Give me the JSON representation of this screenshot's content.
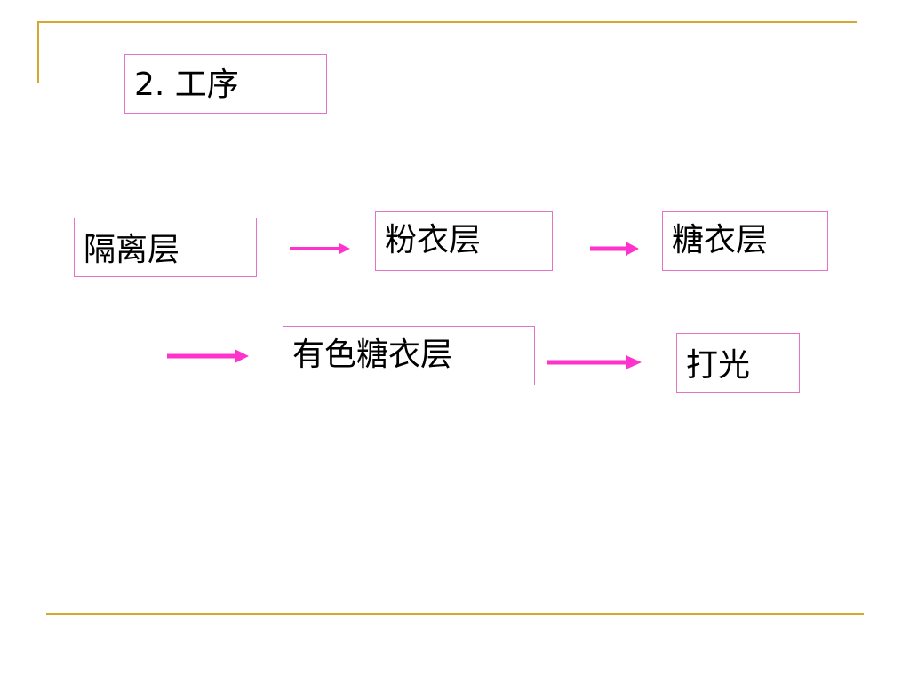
{
  "title": "2. 工序",
  "nodes": [
    {
      "id": "n1",
      "label": "隔离层"
    },
    {
      "id": "n2",
      "label": "粉衣层"
    },
    {
      "id": "n3",
      "label": "糖衣层"
    },
    {
      "id": "n4",
      "label": "有色糖衣层"
    },
    {
      "id": "n5",
      "label": "打光"
    }
  ],
  "colors": {
    "accent_rule": "#d4a82c",
    "box_border": "#e373c7",
    "arrow": "#ff33cc"
  }
}
